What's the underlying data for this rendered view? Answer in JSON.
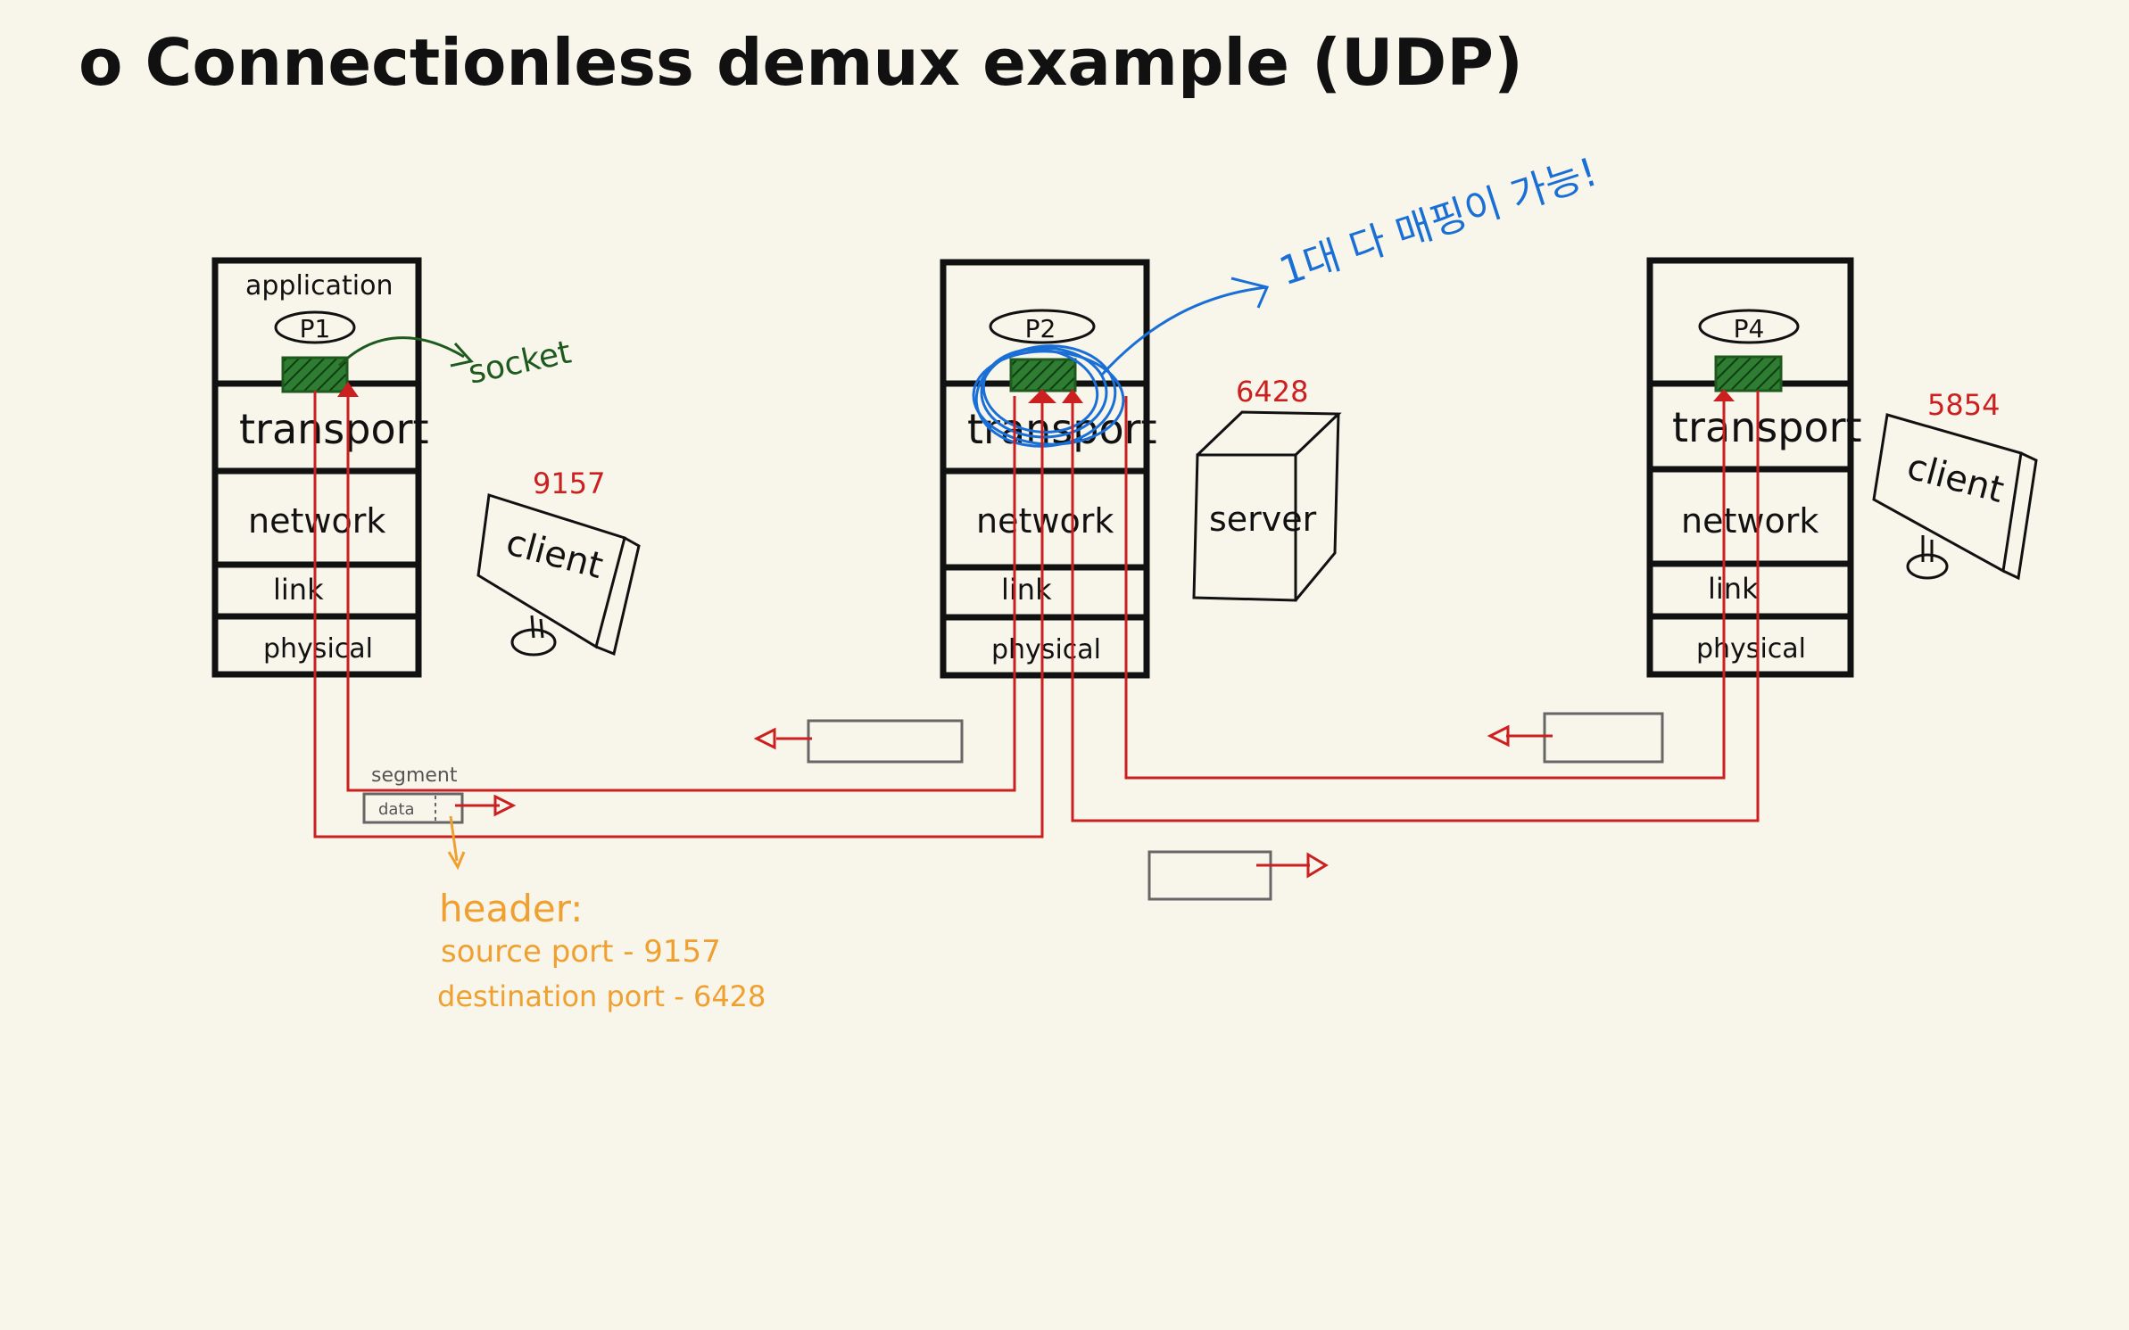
{
  "title": "o Connectionless demux example (UDP)",
  "colors": {
    "background": "#f8f6eb",
    "ink": "#111111",
    "red": "#cc1f1f",
    "green": "#1e5a1e",
    "blue": "#1a6fd6",
    "orange": "#f0a030",
    "gray": "#666666"
  },
  "hosts": [
    {
      "process": "P1",
      "port": "9157",
      "device": "client",
      "layers": [
        "application",
        "transport",
        "network",
        "link",
        "physical"
      ]
    },
    {
      "process": "P2",
      "port": "6428",
      "device": "server",
      "layers": [
        "",
        "transport",
        "network",
        "link",
        "physical"
      ]
    },
    {
      "process": "P4",
      "port": "5854",
      "device": "client",
      "layers": [
        "",
        "transport",
        "network",
        "link",
        "physical"
      ]
    }
  ],
  "annotations": {
    "socket": "socket",
    "one_to_many": "1대 다 매핑이 가능!",
    "segment": "segment",
    "data": "data",
    "header_title": "header:",
    "source_port": "source port - 9157",
    "destination_port": "destination port - 6428"
  }
}
